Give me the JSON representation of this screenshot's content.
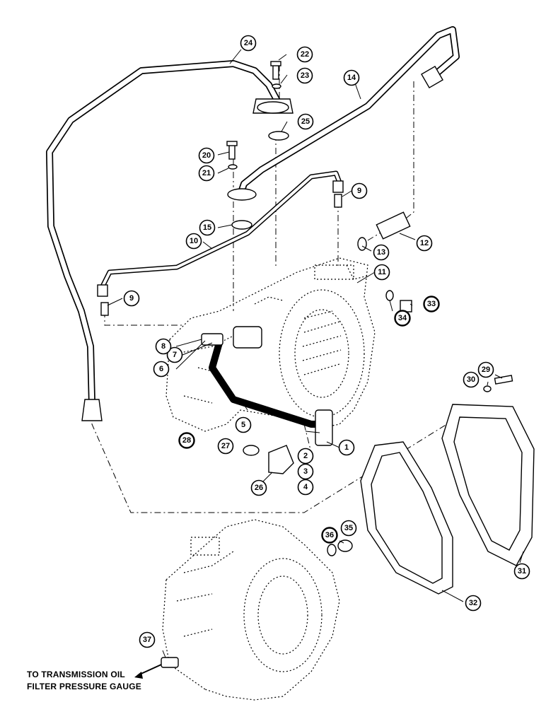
{
  "callouts": [
    {
      "num": "1",
      "bold": false
    },
    {
      "num": "2",
      "bold": false
    },
    {
      "num": "3",
      "bold": false
    },
    {
      "num": "4",
      "bold": false
    },
    {
      "num": "5",
      "bold": false
    },
    {
      "num": "6",
      "bold": false
    },
    {
      "num": "7",
      "bold": false
    },
    {
      "num": "8",
      "bold": false
    },
    {
      "num": "9",
      "bold": false
    },
    {
      "num": "9",
      "bold": false
    },
    {
      "num": "10",
      "bold": false
    },
    {
      "num": "11",
      "bold": false
    },
    {
      "num": "12",
      "bold": false
    },
    {
      "num": "13",
      "bold": false
    },
    {
      "num": "14",
      "bold": false
    },
    {
      "num": "15",
      "bold": false
    },
    {
      "num": "20",
      "bold": false
    },
    {
      "num": "21",
      "bold": false
    },
    {
      "num": "22",
      "bold": false
    },
    {
      "num": "23",
      "bold": false
    },
    {
      "num": "24",
      "bold": false
    },
    {
      "num": "25",
      "bold": false
    },
    {
      "num": "26",
      "bold": false
    },
    {
      "num": "27",
      "bold": false
    },
    {
      "num": "28",
      "bold": true
    },
    {
      "num": "29",
      "bold": false
    },
    {
      "num": "30",
      "bold": false
    },
    {
      "num": "31",
      "bold": false
    },
    {
      "num": "32",
      "bold": false
    },
    {
      "num": "33",
      "bold": true
    },
    {
      "num": "34",
      "bold": true
    },
    {
      "num": "35",
      "bold": false
    },
    {
      "num": "36",
      "bold": true
    },
    {
      "num": "37",
      "bold": false
    }
  ],
  "caption": {
    "line1": "TO TRANSMISSION OIL",
    "line2": "FILTER PRESSURE GAUGE"
  }
}
